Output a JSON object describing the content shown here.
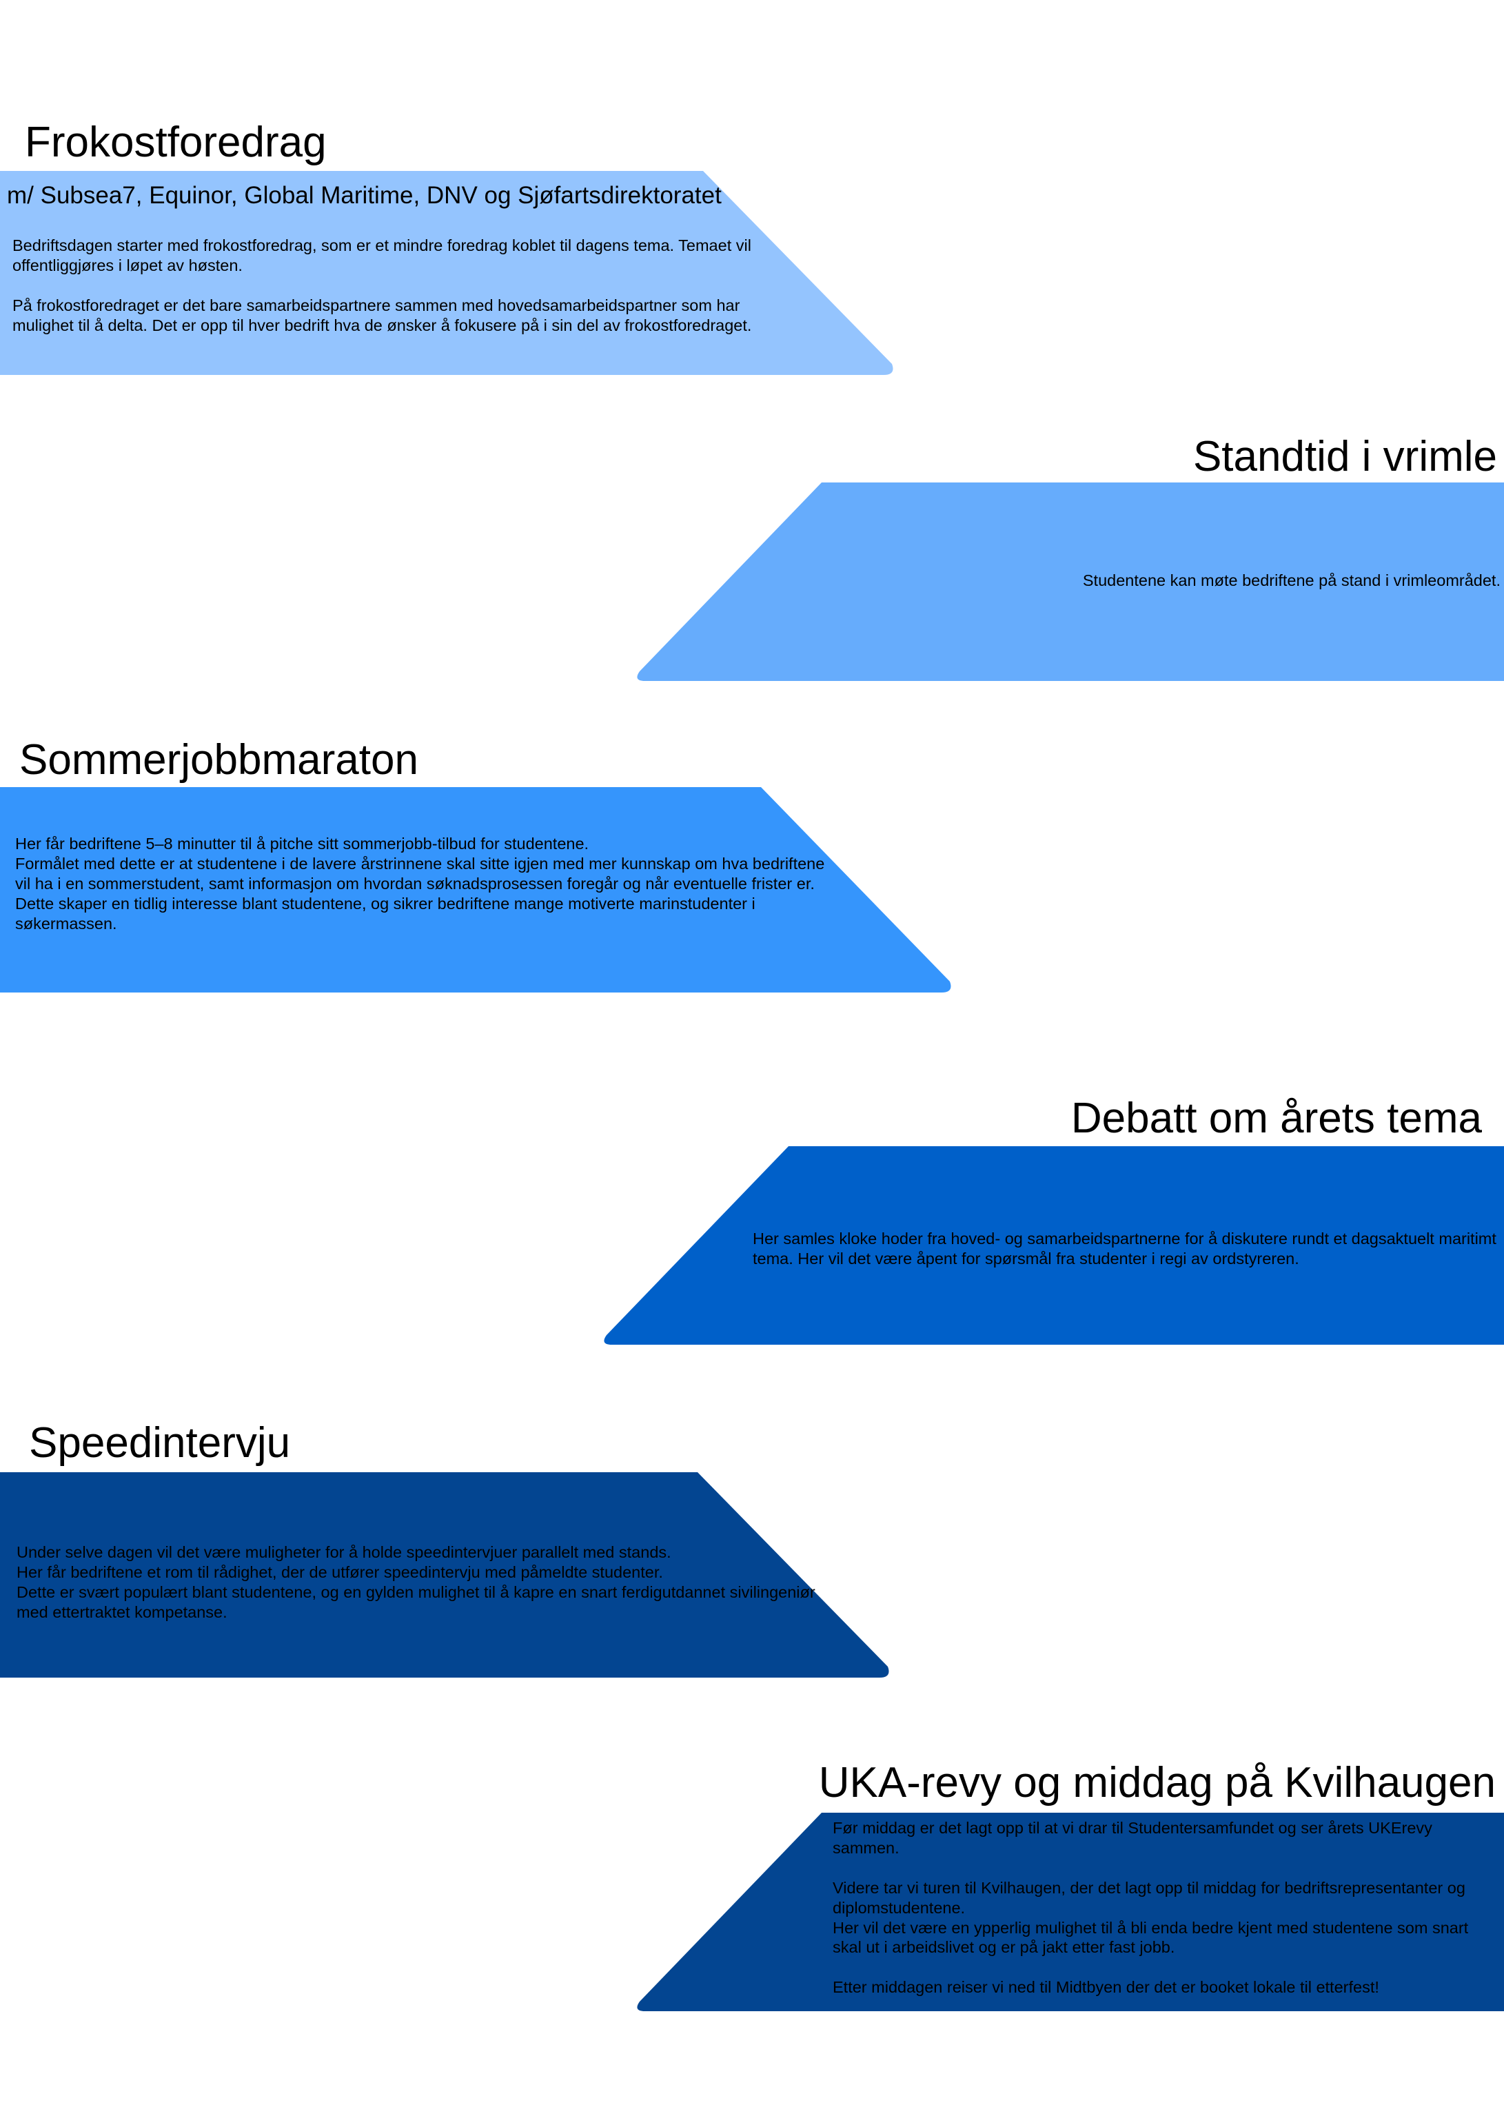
{
  "sections": [
    {
      "title": "Frokostforedrag",
      "subtitle": "m/ Subsea7, Equinor, Global Maritime, DNV og Sjøfartsdirektoratet",
      "color": "#94c4fe",
      "paragraphs": [
        "Bedriftsdagen starter med frokostforedrag, som er et mindre foredrag koblet til dagens tema. Temaet vil offentliggjøres i løpet av høsten.",
        "På frokostforedraget er det bare samarbeidspartnere sammen med hovedsamarbeidspartner som har mulighet til å delta. Det er opp til hver bedrift hva de ønsker å fokusere på i sin del av frokostforedraget."
      ]
    },
    {
      "title": "Standtid i vrimle",
      "color": "#66acfc",
      "paragraphs": [
        "Studentene kan møte bedriftene på stand i vrimleområdet."
      ]
    },
    {
      "title": "Sommerjobbmaraton",
      "color": "#3595fc",
      "paragraphs": [
        "Her får bedriftene 5–8 minutter til å pitche sitt sommerjobb-tilbud for studentene.",
        "Formålet med dette er at studentene i de lavere årstrinnene skal sitte igjen med mer kunnskap om hva bedriftene vil ha i en sommerstudent, samt informasjon om hvordan søknadsprosessen foregår og når eventuelle frister er.",
        "Dette skaper en tidlig interesse blant studentene, og sikrer bedriftene mange motiverte marinstudenter i søkermassen."
      ]
    },
    {
      "title": "Debatt om årets tema",
      "color": "#0060c9",
      "paragraphs": [
        "Her samles kloke hoder fra hoved- og samarbeidspartnerne for å diskutere rundt et dagsaktuelt maritimt tema. Her vil det være åpent for spørsmål fra studenter i regi av ordstyreren."
      ]
    },
    {
      "title": "Speedintervju",
      "color": "#034591",
      "paragraphs": [
        "Under selve dagen vil det være muligheter for å holde speedintervjuer parallelt med stands.",
        "Her får bedriftene et rom til rådighet, der de utfører speedintervju med påmeldte studenter.",
        "Dette er svært populært blant studentene, og en gylden mulighet til å kapre en snart ferdigutdannet sivilingeniør med ettertraktet kompetanse."
      ]
    },
    {
      "title": "UKA-revy og middag på Kvilhaugen",
      "color": "#034591",
      "paragraphs": [
        "Før middag er det lagt opp til at vi drar til Studentersamfundet og ser årets UKErevy sammen.",
        "Videre tar vi turen til Kvilhaugen, der det lagt opp til middag for bedriftsrepresentanter og diplomstudentene.",
        "Her vil det være en ypperlig mulighet til å bli enda bedre kjent med studentene som snart skal ut i arbeidslivet og er på jakt etter fast jobb.",
        "Etter middagen reiser vi ned til Midtbyen der det er booket lokale til etterfest!"
      ]
    }
  ]
}
